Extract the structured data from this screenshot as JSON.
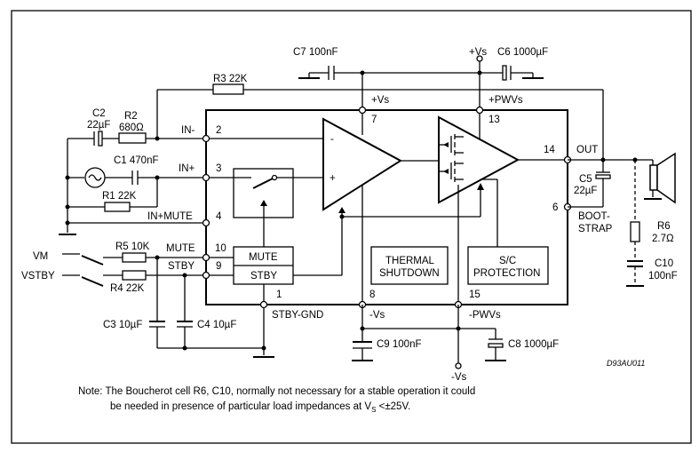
{
  "labels": {
    "c7": "C7 100nF",
    "plus_vs_top": "+Vs",
    "c6": "C6 1000µF",
    "r3": "R3 22K",
    "plus_vs_pin": "+Vs",
    "plus_pwvs": "+PWVs",
    "c2_name": "C2",
    "c2_val": "22µF",
    "r2_name": "R2",
    "r2_val": "680Ω",
    "in_minus": "IN-",
    "c1": "C1 470nF",
    "in_plus": "IN+",
    "r1": "R1 22K",
    "in_mute": "IN+MUTE",
    "vm": "VM",
    "vstby": "VSTBY",
    "r5": "R5 10K",
    "r4": "R4 22K",
    "mute_pin": "MUTE",
    "stby_pin": "STBY",
    "mute_box": "MUTE",
    "stby_box": "STBY",
    "thermal_1": "THERMAL",
    "thermal_2": "SHUTDOWN",
    "sc_1": "S/C",
    "sc_2": "PROTECTION",
    "out": "OUT",
    "c5_name": "C5",
    "c5_val": "22µF",
    "boot_1": "BOOT-",
    "boot_2": "STRAP",
    "r6_name": "R6",
    "r6_val": "2.7Ω",
    "c10_name": "C10",
    "c10_val": "100nF",
    "c3": "C3 10µF",
    "c4": "C4 10µF",
    "stby_gnd": "STBY-GND",
    "minus_vs_pin": "-Vs",
    "minus_pwvs": "-PWVs",
    "c9": "C9 100nF",
    "c8": "C8 1000µF",
    "minus_vs_bottom": "-Vs",
    "drawing_code": "D93AU011",
    "minus_sign": "-",
    "plus_sign": "+"
  },
  "pins": {
    "p2": "2",
    "p3": "3",
    "p4": "4",
    "p10": "10",
    "p9": "9",
    "p1": "1",
    "p7": "7",
    "p13": "13",
    "p14": "14",
    "p6": "6",
    "p8": "8",
    "p15": "15"
  },
  "note": {
    "line1": "Note: The Boucherot cell R6, C10, normally not necessary for a stable operation it could",
    "line2_a": "be needed in presence of particular load impedances at V",
    "line2_sub": "S",
    "line2_b": " <±25V."
  }
}
